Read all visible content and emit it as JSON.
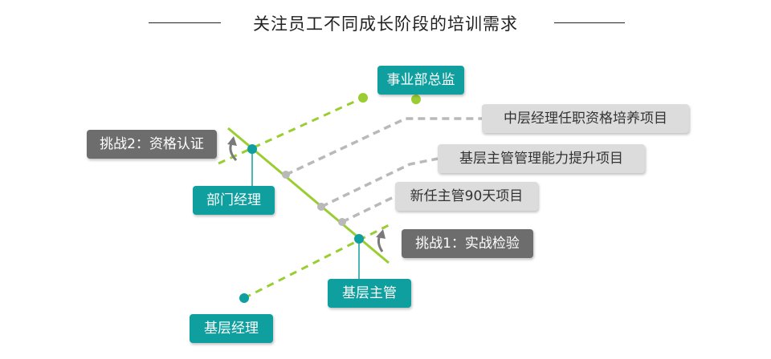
{
  "title": "关注员工不同成长阶段的培训需求",
  "roles": {
    "division_director": "事业部总监",
    "department_manager": "部门经理",
    "frontline_supervisor": "基层主管",
    "frontline_manager": "基层经理"
  },
  "challenges": {
    "challenge_2": "挑战2：资格认证",
    "challenge_1": "挑战1：实战检验"
  },
  "programs": {
    "middle_manager": "中层经理任职资格培养项目",
    "frontline_supervisor_skills": "基层主管管理能力提升项目",
    "new_supervisor_90": "新任主管90天项目"
  },
  "colors": {
    "teal": "#0f9f9f",
    "green_line": "#9acd32",
    "gray_dash": "#b9b9b9",
    "dark_gray": "#6d6d6d",
    "light_gray": "#dcdcdc"
  }
}
